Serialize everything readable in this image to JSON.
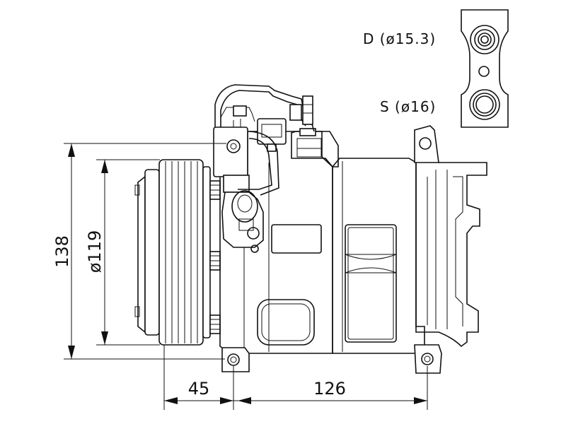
{
  "ports": {
    "discharge_label": "D (ø15.3)",
    "suction_label": "S (ø16)"
  },
  "dimensions": {
    "total_height": "138",
    "pulley_diameter": "ø119",
    "pulley_offset": "45",
    "mount_spacing": "126"
  },
  "colors": {
    "line": "#111111",
    "background": "#ffffff"
  }
}
